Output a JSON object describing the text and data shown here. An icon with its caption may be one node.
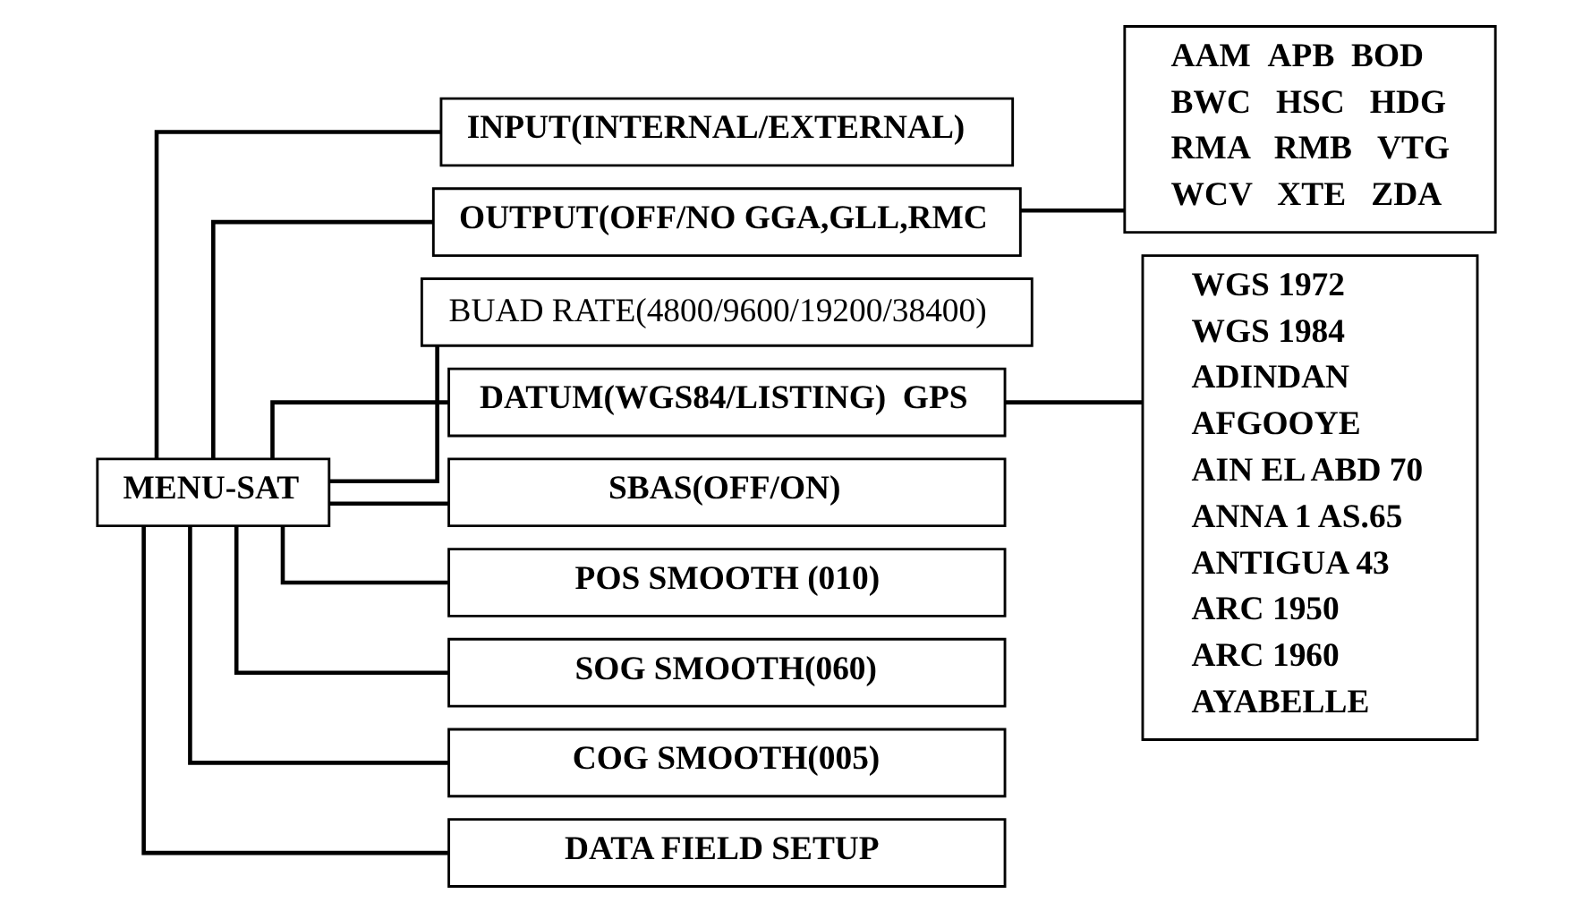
{
  "diagram": {
    "nodes": [
      {
        "text": [
          "MENU-SAT"
        ]
      },
      {
        "text": [
          "INPUT(INTERNAL/EXTERNAL)"
        ]
      },
      {
        "text": [
          "OUTPUT(OFF/NO GGA,GLL,RMC"
        ]
      },
      {
        "text": [
          "BUAD RATE(4800/9600/19200/38400)"
        ]
      },
      {
        "text": [
          "DATUM(WGS84/LISTING)  GPS"
        ]
      },
      {
        "text": [
          "SBAS(OFF/ON)"
        ]
      },
      {
        "text": [
          "POS SMOOTH (010)"
        ]
      },
      {
        "text": [
          "SOG SMOOTH(060)"
        ]
      },
      {
        "text": [
          "COG SMOOTH(005)"
        ]
      },
      {
        "text": [
          "DATA FIELD SETUP"
        ]
      },
      {
        "text": [
          "AAM  APB  BOD",
          "BWC   HSC   HDG",
          "RMA   RMB   VTG",
          "WCV   XTE   ZDA"
        ]
      },
      {
        "text": [
          "WGS 1972",
          "WGS 1984",
          "ADINDAN",
          "AFGOOYE",
          "AIN EL ABD 70",
          "ANNA 1 AS.65",
          "ANTIGUA 43",
          "ARC 1950",
          "ARC 1960",
          "AYABELLE"
        ]
      }
    ],
    "edges": [
      {
        "from": 0,
        "to": 1,
        "arrow": "none"
      },
      {
        "from": 0,
        "to": 2,
        "arrow": "none"
      },
      {
        "from": 0,
        "to": 3,
        "arrow": "none"
      },
      {
        "from": 0,
        "to": 4,
        "arrow": "none"
      },
      {
        "from": 0,
        "to": 5,
        "arrow": "none"
      },
      {
        "from": 0,
        "to": 6,
        "arrow": "none"
      },
      {
        "from": 0,
        "to": 7,
        "arrow": "none"
      },
      {
        "from": 0,
        "to": 8,
        "arrow": "none"
      },
      {
        "from": 0,
        "to": 9,
        "arrow": "none"
      },
      {
        "from": 2,
        "to": 10,
        "arrow": "none"
      },
      {
        "from": 4,
        "to": 11,
        "arrow": "none"
      }
    ]
  }
}
